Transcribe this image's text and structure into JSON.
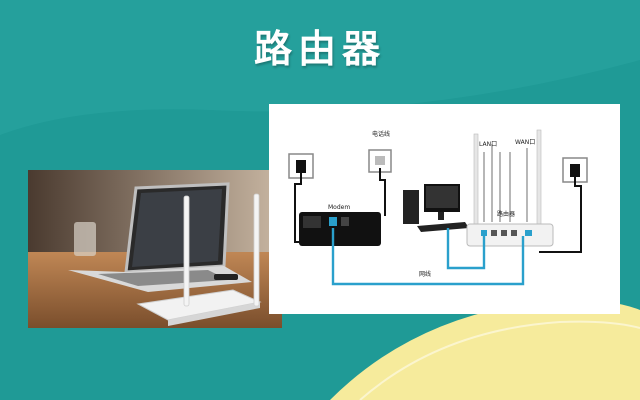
{
  "page": {
    "title": "路由器"
  },
  "diagram": {
    "labels": {
      "phone_line": "电话线",
      "lan_port": "LAN口",
      "wan_port": "WAN口",
      "modem": "Modem",
      "router": "路由器",
      "network_cable": "网线"
    }
  },
  "colors": {
    "background_teal": "#1f9a96",
    "accent_yellow": "#f6eb9c",
    "cable_blue": "#2aa0cc"
  }
}
